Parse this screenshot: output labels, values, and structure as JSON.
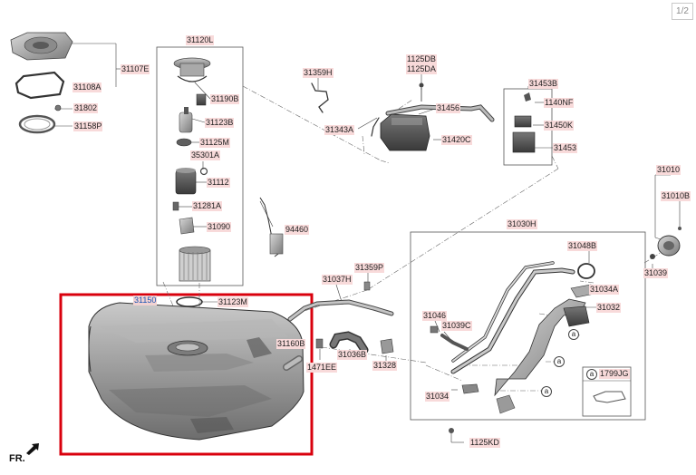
{
  "page": {
    "indicator": "1/2",
    "orientation": "FR."
  },
  "highlight_color": "#d9000d",
  "label_bg": "#f8dada",
  "parts": [
    {
      "id": "p31107E",
      "text": "31107E"
    },
    {
      "id": "p31108A",
      "text": "31108A"
    },
    {
      "id": "p31802",
      "text": "31802"
    },
    {
      "id": "p31158P",
      "text": "31158P"
    },
    {
      "id": "p31120L",
      "text": "31120L"
    },
    {
      "id": "p31190B",
      "text": "31190B"
    },
    {
      "id": "p31123B",
      "text": "31123B"
    },
    {
      "id": "p31125M",
      "text": "31125M"
    },
    {
      "id": "p35301A",
      "text": "35301A"
    },
    {
      "id": "p31112",
      "text": "31112"
    },
    {
      "id": "p31281A",
      "text": "31281A"
    },
    {
      "id": "p31090",
      "text": "31090"
    },
    {
      "id": "p94460",
      "text": "94460"
    },
    {
      "id": "p31150",
      "text": "31150"
    },
    {
      "id": "p31123M",
      "text": "31123M"
    },
    {
      "id": "p31359H",
      "text": "31359H"
    },
    {
      "id": "p31343A",
      "text": "31343A"
    },
    {
      "id": "p1125DB",
      "text": "1125DB"
    },
    {
      "id": "p1125DA",
      "text": "1125DA"
    },
    {
      "id": "p31456",
      "text": "31456"
    },
    {
      "id": "p31420C",
      "text": "31420C"
    },
    {
      "id": "p31453B",
      "text": "31453B"
    },
    {
      "id": "p1140NF",
      "text": "1140NF"
    },
    {
      "id": "p31450K",
      "text": "31450K"
    },
    {
      "id": "p31453",
      "text": "31453"
    },
    {
      "id": "p31010",
      "text": "31010"
    },
    {
      "id": "p31010B",
      "text": "31010B"
    },
    {
      "id": "p31030H",
      "text": "31030H"
    },
    {
      "id": "p31048B",
      "text": "31048B"
    },
    {
      "id": "p31039",
      "text": "31039"
    },
    {
      "id": "p31034A",
      "text": "31034A"
    },
    {
      "id": "p31032",
      "text": "31032"
    },
    {
      "id": "p31046",
      "text": "31046"
    },
    {
      "id": "p31039C",
      "text": "31039C"
    },
    {
      "id": "p31037H",
      "text": "31037H"
    },
    {
      "id": "p31359P",
      "text": "31359P"
    },
    {
      "id": "p31160B",
      "text": "31160B"
    },
    {
      "id": "p1471EE",
      "text": "1471EE"
    },
    {
      "id": "p31036B",
      "text": "31036B"
    },
    {
      "id": "p31328",
      "text": "31328"
    },
    {
      "id": "p31034",
      "text": "31034"
    },
    {
      "id": "p1125KD",
      "text": "1125KD"
    }
  ],
  "legend": {
    "symbol": "a",
    "part": "1799JG"
  },
  "callout_symbol": "a"
}
